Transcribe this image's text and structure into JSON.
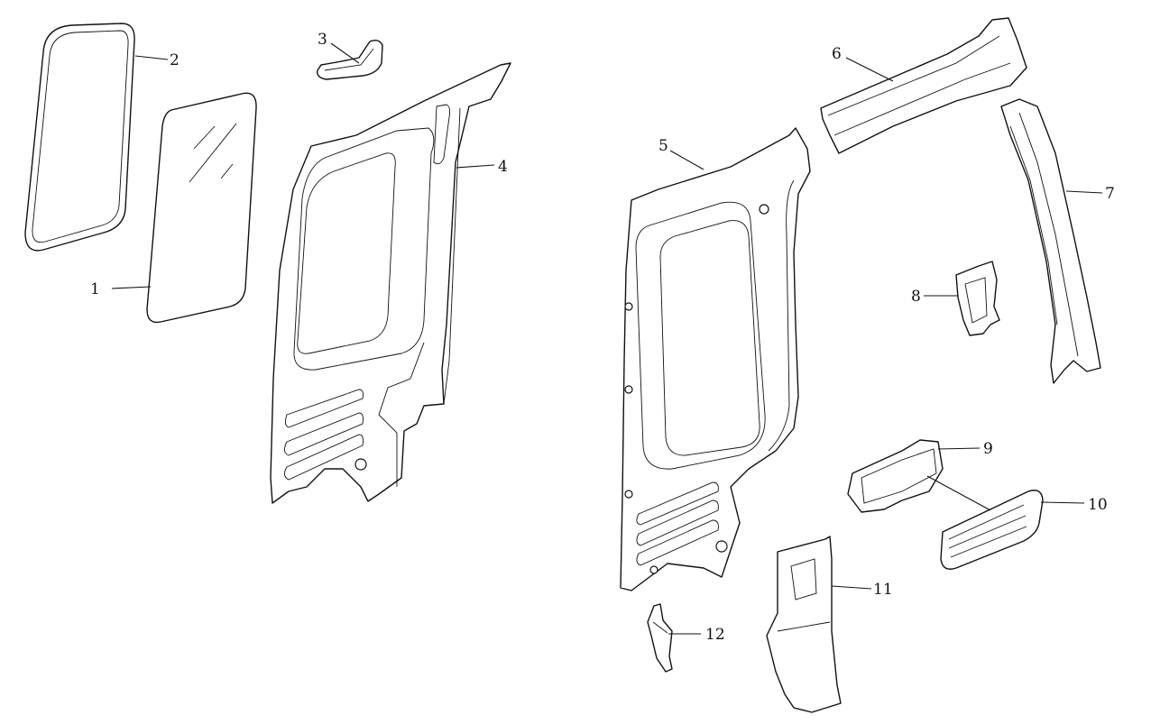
{
  "diagram": {
    "callouts": [
      {
        "id": "1",
        "label": "1"
      },
      {
        "id": "2",
        "label": "2"
      },
      {
        "id": "3",
        "label": "3"
      },
      {
        "id": "4",
        "label": "4"
      },
      {
        "id": "5",
        "label": "5"
      },
      {
        "id": "6",
        "label": "6"
      },
      {
        "id": "7",
        "label": "7"
      },
      {
        "id": "8",
        "label": "8"
      },
      {
        "id": "9",
        "label": "9"
      },
      {
        "id": "10",
        "label": "10"
      },
      {
        "id": "11",
        "label": "11"
      },
      {
        "id": "12",
        "label": "12"
      }
    ],
    "colors": {
      "line": "#111111",
      "background": "#ffffff"
    }
  }
}
